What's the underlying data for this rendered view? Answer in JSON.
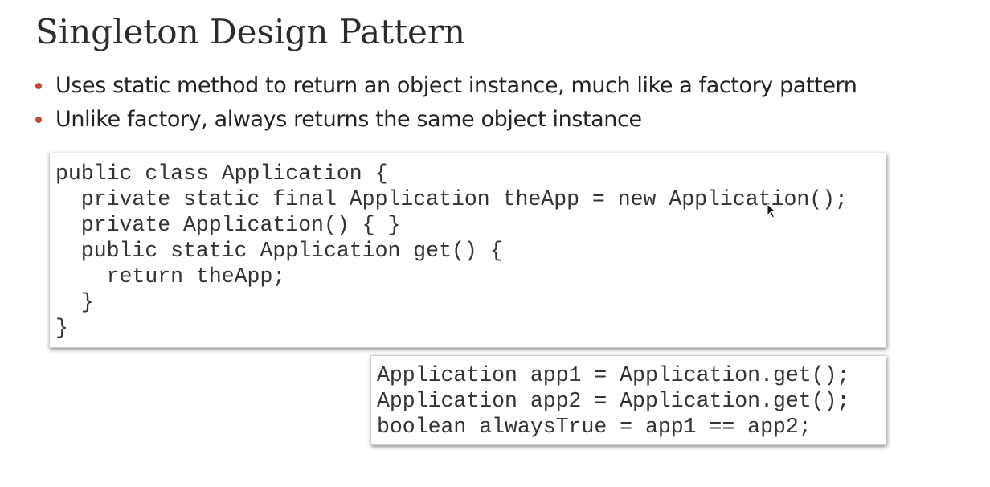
{
  "slide": {
    "title": "Singleton Design Pattern",
    "bullets": [
      "Uses static method to return an object instance, much like a factory pattern",
      "Unlike factory, always returns the same object instance"
    ],
    "accent_color": "#c0493a"
  },
  "code_class": {
    "lines": [
      "public class Application {",
      "  private static final Application theApp = new Application();",
      "  private Application() { }",
      "  public static Application get() {",
      "    return theApp;",
      "  }",
      "}"
    ]
  },
  "code_usage": {
    "lines": [
      "Application app1 = Application.get();",
      "Application app2 = Application.get();",
      "boolean alwaysTrue = app1 == app2;"
    ]
  },
  "cursor": {
    "icon": "mouse-pointer-icon"
  }
}
